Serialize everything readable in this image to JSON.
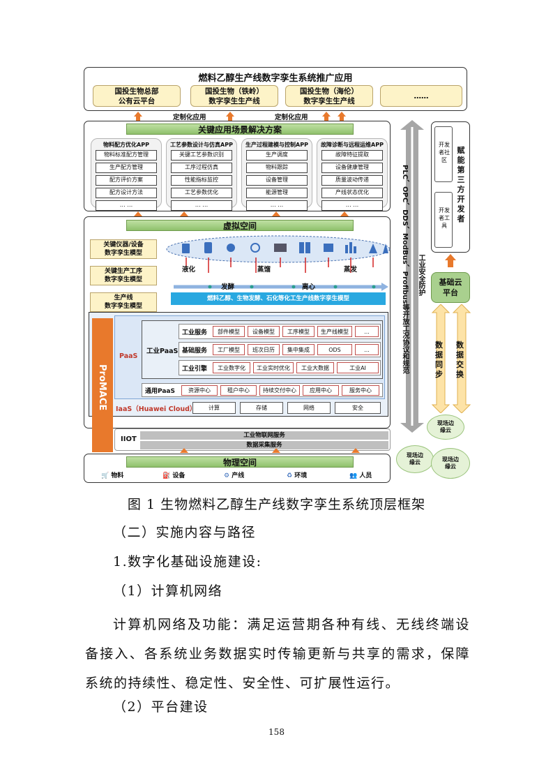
{
  "figure": {
    "top": {
      "title": "燃料乙醇生产线数字孪生系统推广应用",
      "boxes": [
        "国投生物总部\n公有云平台",
        "国投生物（铁岭）\n数字孪生生产线",
        "国投生物（海伦）\n数字孪生生产线",
        "……"
      ]
    },
    "custom_labels": [
      "定制化应用",
      "定制化应用"
    ],
    "scenario": {
      "title": "关键应用场景解决方案",
      "columns": [
        {
          "title": "物料配方优化APP",
          "items": [
            "物料标准配方管理",
            "生产配方管理",
            "配方评价方案",
            "配方设计方法",
            "… …"
          ]
        },
        {
          "title": "工艺参数设计与仿真APP",
          "items": [
            "关键工艺参数识别",
            "工序过程仿真",
            "性能指标监控",
            "工艺参数优化",
            "… …"
          ]
        },
        {
          "title": "生产过程建模与控制APP",
          "items": [
            "生产调度",
            "物料跟踪",
            "设备管理",
            "能源管理",
            "… …"
          ]
        },
        {
          "title": "故障诊断与远程运维APP",
          "items": [
            "故障特征提取",
            "设备健康管理",
            "质量波动传递",
            "产线状态优化",
            "… …"
          ]
        }
      ]
    },
    "virtual": {
      "title": "虚拟空间",
      "left_labels": [
        "关键仪器/设备\n数字孪生模型",
        "关键生产工序\n数字孪生模型",
        "生产线\n数字孪生模型"
      ],
      "process_top": [
        "液化",
        "蒸馏",
        "蒸发"
      ],
      "process_bottom": [
        "发酵",
        "离心"
      ],
      "line_model": "燃料乙醇、生物发酵、石化等化工生产线数字孪生模型"
    },
    "promace": "ProMACE",
    "paas": {
      "label": "PaaS",
      "industrial_paas": "工业PaaS",
      "rows": [
        {
          "name": "工业服务",
          "cells": [
            "部件模型",
            "设备模型",
            "工序模型",
            "生产线模型",
            "..."
          ]
        },
        {
          "name": "基础服务",
          "cells": [
            "工厂模型",
            "班次日历",
            "集中集成",
            "ODS",
            "..."
          ]
        },
        {
          "name": "工业引擎",
          "cells": [
            "工业数字化",
            "工业实时优化",
            "工业大数据",
            "工业AI"
          ]
        }
      ],
      "common_label": "通用PaaS",
      "common_cells": [
        "资源中心",
        "租户中心",
        "持续交付中心",
        "应用中心",
        "服务中心"
      ]
    },
    "iaas": {
      "label": "IaaS（Huawei Cloud）",
      "cells": [
        "计算",
        "存储",
        "网络",
        "安全"
      ]
    },
    "iiot": {
      "label": "IIOT",
      "rows": [
        "工业物联网服务",
        "数据采集服务"
      ]
    },
    "physical": {
      "title": "物理空间",
      "items": [
        {
          "icon": "cart-icon",
          "label": "物料"
        },
        {
          "icon": "hydrant-icon",
          "label": "设备"
        },
        {
          "icon": "conveyor-icon",
          "label": "产线"
        },
        {
          "icon": "recycle-icon",
          "label": "环境"
        },
        {
          "icon": "people-icon",
          "label": "人员"
        }
      ]
    },
    "vertical": {
      "protocol": "PLC、OPC、DDS、ModBus、Profibus等开放工况协议和规范",
      "security": "工业安全防护",
      "dev_community": "开发者社区",
      "dev_tools": "开发者工具",
      "empower": "赋能第三方开发者",
      "cloud_platform": "基础云\n平台",
      "sync": "数据同步",
      "exchange": "数据交换",
      "edge_clouds": [
        "现场边\n缘云",
        "现场边\n缘云",
        "现场边\n缘云"
      ]
    }
  },
  "caption": "图 1 生物燃料乙醇生产线数字孪生系统顶层框架",
  "body": {
    "h2": "（二）实施内容与路径",
    "h3": "1.数字化基础设施建设:",
    "h4a": "（1）计算机网络",
    "p1": "计算机网络及功能：满足运营期各种有线、无线终端设备接入、各系统业务数据实时传输更新与共享的需求，保障系统的持续性、稳定性、安全性、可扩展性运行。",
    "h4b": "（2）平台建设"
  },
  "page_number": "158",
  "colors": {
    "orange": "#e8792c",
    "green": "#8fc16c",
    "yellow": "#fdf3c8",
    "blue": "#29a8e0"
  }
}
